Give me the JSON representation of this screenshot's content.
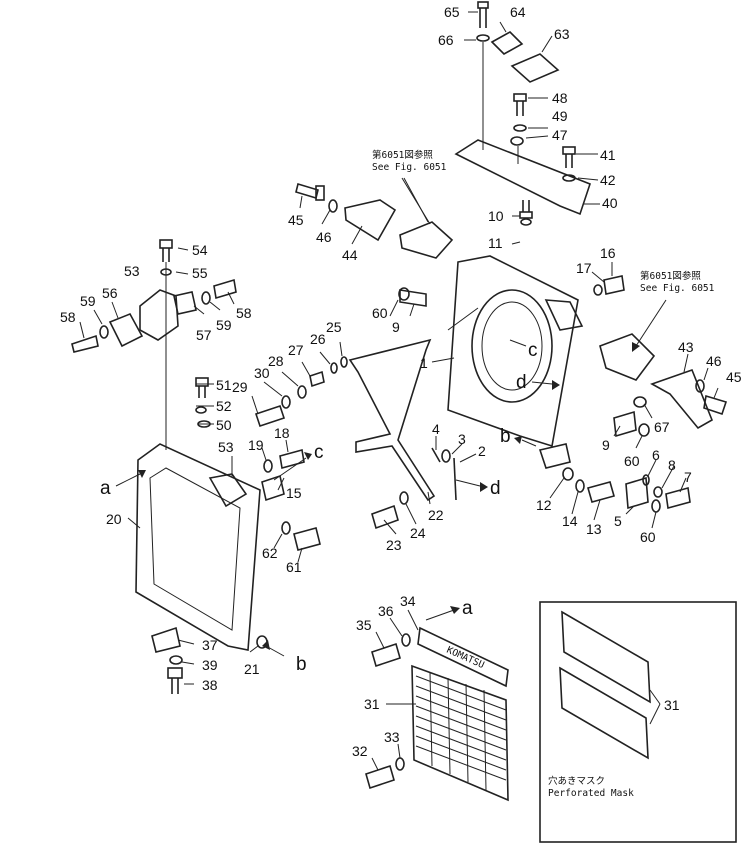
{
  "callouts": [
    {
      "id": "c65",
      "text": "65"
    },
    {
      "id": "c64",
      "text": "64"
    },
    {
      "id": "c66",
      "text": "66"
    },
    {
      "id": "c63",
      "text": "63"
    },
    {
      "id": "c48",
      "text": "48"
    },
    {
      "id": "c49",
      "text": "49"
    },
    {
      "id": "c47",
      "text": "47"
    },
    {
      "id": "c41",
      "text": "41"
    },
    {
      "id": "c42",
      "text": "42"
    },
    {
      "id": "c40",
      "text": "40"
    },
    {
      "id": "c10",
      "text": "10"
    },
    {
      "id": "c11",
      "text": "11"
    },
    {
      "id": "c16",
      "text": "16"
    },
    {
      "id": "c17",
      "text": "17"
    },
    {
      "id": "c45a",
      "text": "45"
    },
    {
      "id": "c46a",
      "text": "46"
    },
    {
      "id": "c44",
      "text": "44"
    },
    {
      "id": "c54",
      "text": "54"
    },
    {
      "id": "c53a",
      "text": "53"
    },
    {
      "id": "c55",
      "text": "55"
    },
    {
      "id": "c56",
      "text": "56"
    },
    {
      "id": "c59a",
      "text": "59"
    },
    {
      "id": "c58a",
      "text": "58"
    },
    {
      "id": "c59b",
      "text": "59"
    },
    {
      "id": "c58b",
      "text": "58"
    },
    {
      "id": "c57",
      "text": "57"
    },
    {
      "id": "c60a",
      "text": "60"
    },
    {
      "id": "c9a",
      "text": "9"
    },
    {
      "id": "c25",
      "text": "25"
    },
    {
      "id": "c26",
      "text": "26"
    },
    {
      "id": "c27",
      "text": "27"
    },
    {
      "id": "c28",
      "text": "28"
    },
    {
      "id": "c30",
      "text": "30"
    },
    {
      "id": "c29",
      "text": "29"
    },
    {
      "id": "c1",
      "text": "1"
    },
    {
      "id": "c43",
      "text": "43"
    },
    {
      "id": "c46b",
      "text": "46"
    },
    {
      "id": "c45b",
      "text": "45"
    },
    {
      "id": "c67",
      "text": "67"
    },
    {
      "id": "c51",
      "text": "51"
    },
    {
      "id": "c52",
      "text": "52"
    },
    {
      "id": "c50",
      "text": "50"
    },
    {
      "id": "c53b",
      "text": "53"
    },
    {
      "id": "c19",
      "text": "19"
    },
    {
      "id": "c18",
      "text": "18"
    },
    {
      "id": "c15",
      "text": "15"
    },
    {
      "id": "c4",
      "text": "4"
    },
    {
      "id": "c3",
      "text": "3"
    },
    {
      "id": "c2",
      "text": "2"
    },
    {
      "id": "c9b",
      "text": "9"
    },
    {
      "id": "c60b",
      "text": "60"
    },
    {
      "id": "c6",
      "text": "6"
    },
    {
      "id": "c8",
      "text": "8"
    },
    {
      "id": "c7",
      "text": "7"
    },
    {
      "id": "c12",
      "text": "12"
    },
    {
      "id": "c14",
      "text": "14"
    },
    {
      "id": "c13",
      "text": "13"
    },
    {
      "id": "c5",
      "text": "5"
    },
    {
      "id": "c60c",
      "text": "60"
    },
    {
      "id": "c20",
      "text": "20"
    },
    {
      "id": "c62",
      "text": "62"
    },
    {
      "id": "c61",
      "text": "61"
    },
    {
      "id": "c22",
      "text": "22"
    },
    {
      "id": "c23",
      "text": "23"
    },
    {
      "id": "c24",
      "text": "24"
    },
    {
      "id": "c37",
      "text": "37"
    },
    {
      "id": "c39",
      "text": "39"
    },
    {
      "id": "c38",
      "text": "38"
    },
    {
      "id": "c21",
      "text": "21"
    },
    {
      "id": "c34",
      "text": "34"
    },
    {
      "id": "c36",
      "text": "36"
    },
    {
      "id": "c35",
      "text": "35"
    },
    {
      "id": "c31a",
      "text": "31"
    },
    {
      "id": "c32",
      "text": "32"
    },
    {
      "id": "c33",
      "text": "33"
    },
    {
      "id": "c31b",
      "text": "31"
    }
  ],
  "reference_letters": [
    {
      "id": "ref-c1",
      "text": "c"
    },
    {
      "id": "ref-d1",
      "text": "d"
    },
    {
      "id": "ref-b1",
      "text": "b"
    },
    {
      "id": "ref-d2",
      "text": "d"
    },
    {
      "id": "ref-c2",
      "text": "c"
    },
    {
      "id": "ref-a1",
      "text": "a"
    },
    {
      "id": "ref-b2",
      "text": "b"
    },
    {
      "id": "ref-a2",
      "text": "a"
    }
  ],
  "notes": {
    "see_fig_top_jp": "第6051図参照",
    "see_fig_top_en": "See Fig. 6051",
    "see_fig_right_jp": "第6051図参照",
    "see_fig_right_en": "See Fig. 6051",
    "perforated_jp": "穴あきマスク",
    "perforated_en": "Perforated Mask",
    "nameplate_text": "KOMATSU"
  }
}
